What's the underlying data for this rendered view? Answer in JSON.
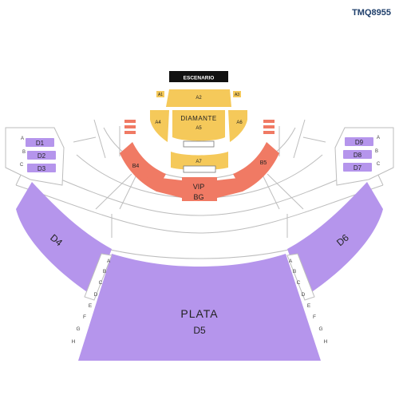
{
  "venue_code": "TMQ8955",
  "stage": {
    "label": "ESCENARIO"
  },
  "colors": {
    "diamante": "#f5c95a",
    "vip": "#f07a64",
    "plata": "#b595ec",
    "stage": "#111111",
    "outline": "#bdbdbd"
  },
  "sections": {
    "a1": "A1",
    "a2": "A2",
    "a3": "A3",
    "a4": "A4",
    "a5": "A5",
    "a6": "A6",
    "a7": "A7",
    "diamante": "DIAMANTE",
    "vip": "VIP",
    "bg": "BG",
    "b4": "B4",
    "b5": "B5",
    "d1": "D1",
    "d2": "D2",
    "d3": "D3",
    "d4": "D4",
    "d6": "D6",
    "d7": "D7",
    "d8": "D8",
    "d9": "D9",
    "plata": "PLATA",
    "d5": "D5"
  },
  "box_rows_left": [
    "A",
    "B",
    "C"
  ],
  "box_rows_right": [
    "A",
    "B",
    "C"
  ],
  "aisle_rows_left": [
    "A",
    "B",
    "C",
    "D",
    "E",
    "F",
    "G",
    "H"
  ],
  "aisle_rows_right": [
    "A",
    "B",
    "C",
    "D",
    "E",
    "F",
    "G",
    "H"
  ]
}
